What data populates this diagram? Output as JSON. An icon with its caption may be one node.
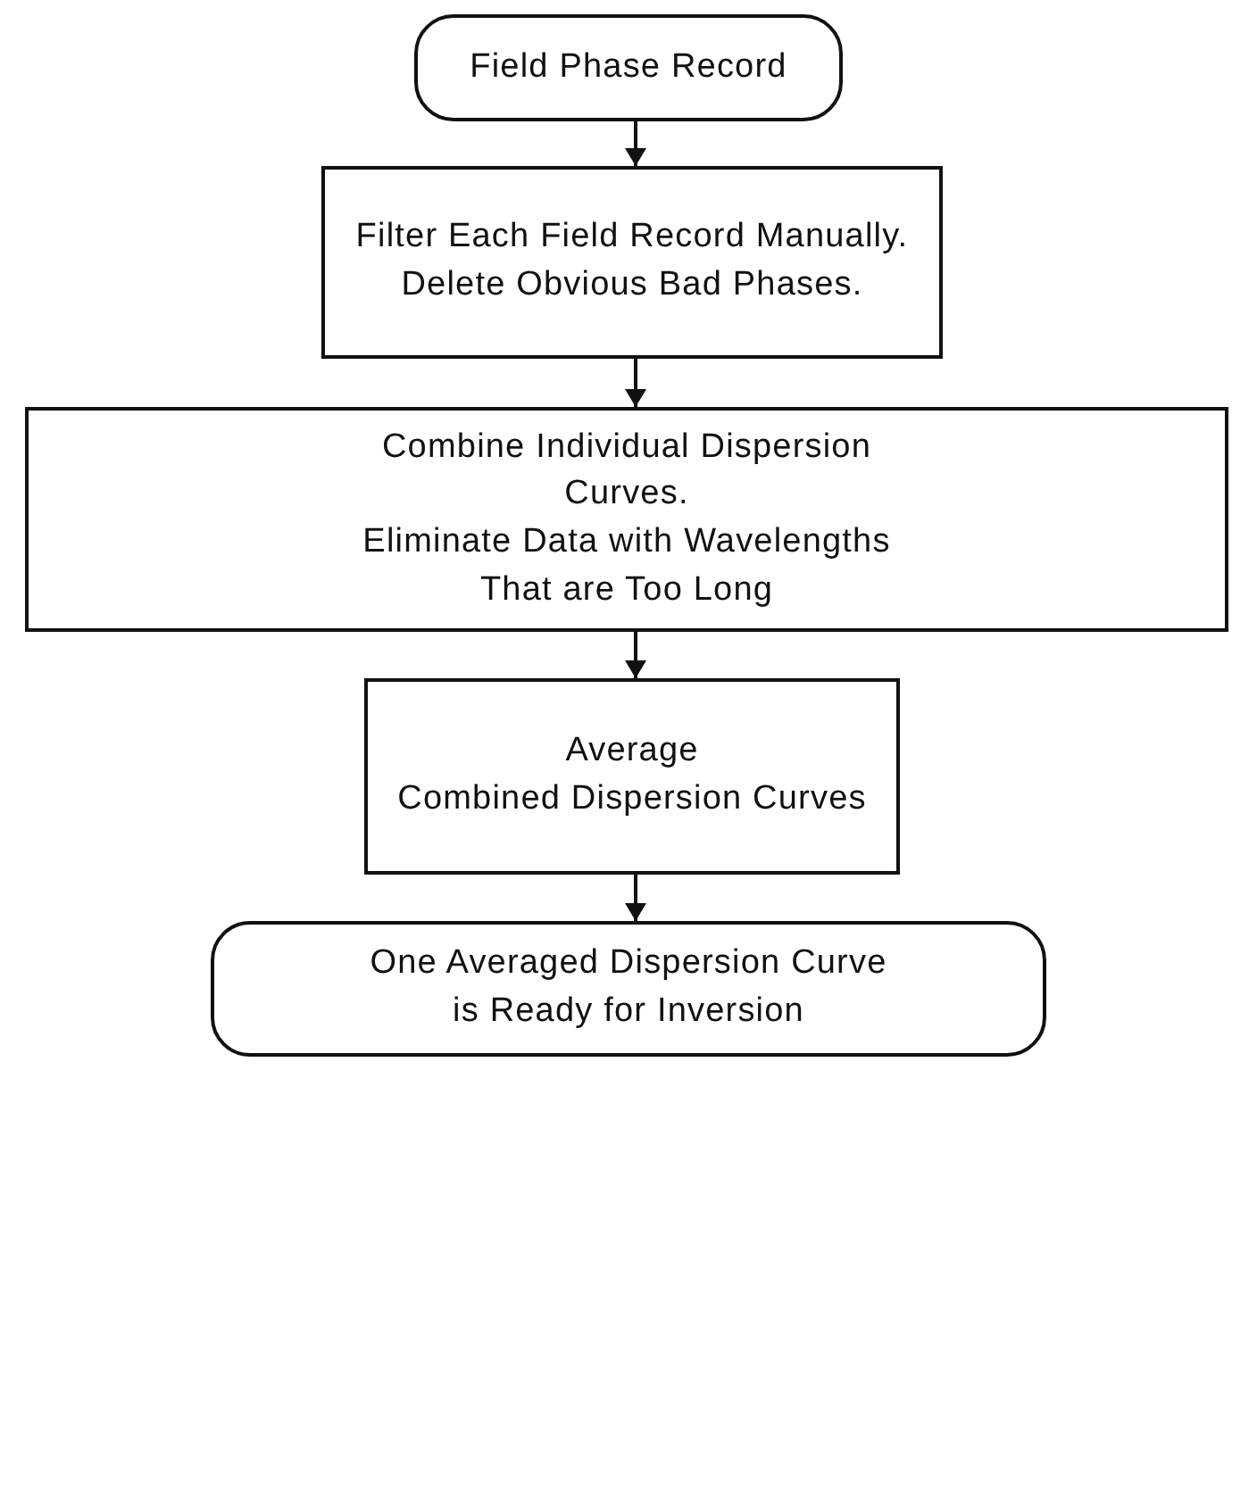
{
  "diagram": {
    "nodes": [
      {
        "text": [
          "Field Phase Record"
        ]
      },
      {
        "text": [
          "Filter Each Field Record Manually.",
          "Delete Obvious Bad Phases."
        ]
      },
      {
        "text": [
          "Combine Individual Dispersion Curves.",
          "Eliminate Data with Wavelengths That are Too Long"
        ]
      },
      {
        "text": [
          "Average",
          "Combined Dispersion Curves"
        ]
      },
      {
        "text": [
          "One Averaged Dispersion Curve",
          "is Ready for Inversion"
        ]
      }
    ],
    "edges": [
      {
        "from": 0,
        "to": 1,
        "arrow": "to"
      },
      {
        "from": 1,
        "to": 2,
        "arrow": "to"
      },
      {
        "from": 2,
        "to": 3,
        "arrow": "to"
      },
      {
        "from": 3,
        "to": 4,
        "arrow": "to"
      }
    ]
  }
}
